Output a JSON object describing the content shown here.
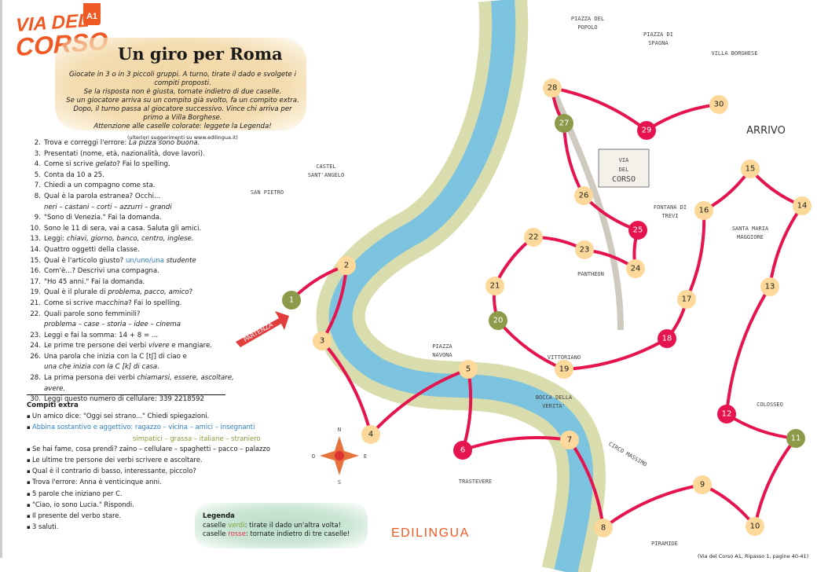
{
  "header": {
    "logo_line1": "VIA DEL",
    "logo_line2": "CORSO",
    "level_badge": "A1",
    "title": "Un giro per Roma",
    "instructions": [
      "Giocate in 3 o in 3 piccoli gruppi. A turno, tirate il dado e svolgete i compiti proposti.",
      "Se la risposta non è giusta, tornate indietro di due caselle.",
      "Se un giocatore arriva su un compito già svolto, fa un compito extra.",
      "Dopo, il turno passa al giocatore successivo. Vince chi arriva per primo a Villa Borghese.",
      "Attenzione alle caselle colorate: leggete la Legenda!"
    ],
    "hint": "(ulteriori suggerimenti su www.edilingua.it)"
  },
  "tasks": [
    {
      "n": "2.",
      "text": "Trova e correggi l'errore: ",
      "italic": "La pizza sono buona."
    },
    {
      "n": "3.",
      "text": "Presentati (nome, età, nazionalità, dove lavori)."
    },
    {
      "n": "4.",
      "text": "Come si scrive ",
      "italic": "gelato",
      "after": "? Fai lo spelling."
    },
    {
      "n": "5.",
      "text": "Conta da 10 a 25."
    },
    {
      "n": "7.",
      "text": "Chiedi a un compagno come sta."
    },
    {
      "n": "8.",
      "text": "Qual è la parola estranea? Occhi...",
      "sub": "neri – castani – corti – azzurri – grandi"
    },
    {
      "n": "9.",
      "text": "\"Sono di Venezia.\" Fai la domanda."
    },
    {
      "n": "10.",
      "text": "Sono le 11 di sera, vai a casa. Saluta gli amici."
    },
    {
      "n": "13.",
      "text": "Leggi: ",
      "italic": "chiavi, giorno, banco, centro, inglese."
    },
    {
      "n": "14.",
      "text": "Quattro oggetti della classe."
    },
    {
      "n": "15.",
      "text": "Qual è l'articolo giusto? ",
      "blue": "un/uno/una",
      "italic": " studente"
    },
    {
      "n": "16.",
      "text": "Com'è...? Descrivi una compagna."
    },
    {
      "n": "17.",
      "text": "\"Ho 45 anni.\" Fai la domanda."
    },
    {
      "n": "19.",
      "text": "Qual è il plurale di ",
      "italic": "problema, pacco, amico",
      "after": "?"
    },
    {
      "n": "21.",
      "text": "Come si scrive ",
      "italic": "macchina",
      "after": "? Fai lo spelling."
    },
    {
      "n": "22.",
      "text": "Quali parole sono femminili?",
      "sub": "problema – case – storia – idee – cinema"
    },
    {
      "n": "23.",
      "text": "Leggi e fai la somma: 14 + 8 = ..."
    },
    {
      "n": "24.",
      "text": "Le prime tre persone dei verbi ",
      "italic": "vivere",
      "after": " e mangiare."
    },
    {
      "n": "26.",
      "text": "Una parola che inizia con la C [tʃ] di ciao e",
      "sub": "una che inizia con la C [k] di casa."
    },
    {
      "n": "28.",
      "text": "La prima persona dei verbi ",
      "italic": "chiamarsi, essere, ascoltare, avere."
    },
    {
      "n": "30.",
      "text": "Leggi questo numero di cellulare: 339 2218592"
    }
  ],
  "extra": {
    "heading": "Compiti extra",
    "items": [
      "Un amico dice: \"Oggi sei strano...\" Chiedi spiegazioni.",
      "Abbina sostantivo e aggettivo: ragazzo – vicina – amici – insegnanti",
      "Se hai fame, cosa prendi? zaino – cellulare – spaghetti – pacco – palazzo",
      "Le ultime tre persone dei verbi scrivere e ascoltare.",
      "Qual è il contrario di basso, interessante, piccolo?",
      "Trova l'errore: Anna è venticinque anni.",
      "5 parole che iniziano per C.",
      "\"Ciao, io sono Lucia.\" Rispondi.",
      "Il presente del verbo stare.",
      "3 saluti."
    ],
    "match_second_line": "simpatici – grassa – italiane – straniero"
  },
  "legend": {
    "title": "Legenda",
    "green_prefix": "caselle ",
    "green_word": "verdi",
    "green_rule": ": tirate il dado un'altra volta!",
    "red_prefix": "caselle ",
    "red_word": "rosse",
    "red_rule": ": tornate indietro di tre caselle!"
  },
  "publisher": "EDILINGUA",
  "source": "(Via del Corso A1, Ripasso 1, pagine 40-41)",
  "map": {
    "start_label": "PARTENZA",
    "finish_label": "ARRIVO",
    "sign": [
      "VIA",
      "DEL",
      "CORSO"
    ],
    "compass": [
      "N",
      "O",
      "E",
      "S"
    ],
    "landmarks": [
      "PIAZZA DEL",
      "POPOLO",
      "PIAZZA DI",
      "SPAGNA",
      "VILLA BORGHESE",
      "CASTEL",
      "SANT'ANGELO",
      "SAN PIETRO",
      "FONTANA DI",
      "TREVI",
      "SANTA MARIA",
      "MAGGIORE",
      "PANTHEON",
      "PIAZZA",
      "NAVONA",
      "VITTORIANO",
      "BOCCA DELLA",
      "VERITA'",
      "COLOSSEO",
      "CIRCO MASSIMO",
      "TRASTEVERE",
      "PIRAMIDE"
    ],
    "colors": {
      "normal": "#fcd89a",
      "green": "#8c9a4a",
      "red": "#e5144f",
      "path": "#e5144f",
      "river": "#7cc3e0"
    },
    "cells": [
      {
        "n": "1",
        "type": "green"
      },
      {
        "n": "2",
        "type": "normal"
      },
      {
        "n": "3",
        "type": "normal"
      },
      {
        "n": "4",
        "type": "normal"
      },
      {
        "n": "5",
        "type": "normal"
      },
      {
        "n": "6",
        "type": "red"
      },
      {
        "n": "7",
        "type": "normal"
      },
      {
        "n": "8",
        "type": "normal"
      },
      {
        "n": "9",
        "type": "normal"
      },
      {
        "n": "10",
        "type": "normal"
      },
      {
        "n": "11",
        "type": "green"
      },
      {
        "n": "12",
        "type": "red"
      },
      {
        "n": "13",
        "type": "normal"
      },
      {
        "n": "14",
        "type": "normal"
      },
      {
        "n": "15",
        "type": "normal"
      },
      {
        "n": "16",
        "type": "normal"
      },
      {
        "n": "17",
        "type": "normal"
      },
      {
        "n": "18",
        "type": "red"
      },
      {
        "n": "19",
        "type": "normal"
      },
      {
        "n": "20",
        "type": "green"
      },
      {
        "n": "21",
        "type": "normal"
      },
      {
        "n": "22",
        "type": "normal"
      },
      {
        "n": "23",
        "type": "normal"
      },
      {
        "n": "24",
        "type": "normal"
      },
      {
        "n": "25",
        "type": "red"
      },
      {
        "n": "26",
        "type": "normal"
      },
      {
        "n": "27",
        "type": "green"
      },
      {
        "n": "28",
        "type": "normal"
      },
      {
        "n": "29",
        "type": "red"
      },
      {
        "n": "30",
        "type": "normal"
      }
    ]
  }
}
